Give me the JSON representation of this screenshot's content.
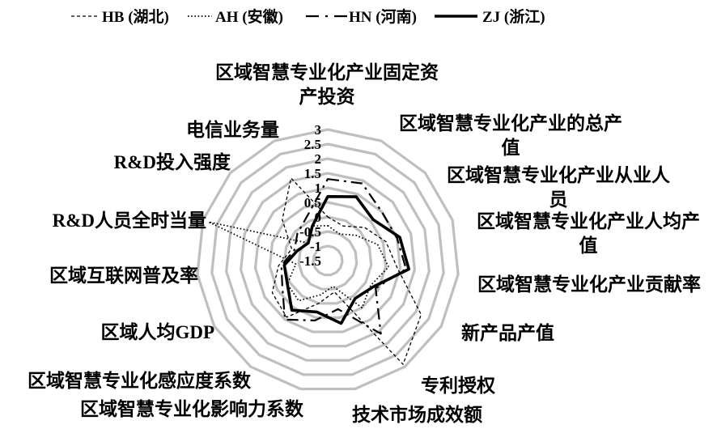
{
  "chart_data": {
    "type": "radar",
    "axes": [
      "区域智慧专业化产业固定资产投资",
      "区域智慧专业化产业的总产值",
      "区域智慧专业化产业从业人员",
      "区域智慧专业化产业人均产值",
      "区域智慧专业化产业贡献率",
      "新产品产值",
      "专利授权",
      "技术市场成效额",
      "区域智慧专业化影响力系数",
      "区域智慧专业化感应度系数",
      "区域人均GDP",
      "区域互联网普及率",
      "R&D人员全时当量",
      "R&D投入强度",
      "电信业务量"
    ],
    "radial_range": [
      -1.5,
      3
    ],
    "radial_ticks": [
      3,
      2.5,
      2,
      1.5,
      1,
      0.5,
      0,
      -0.5,
      -1,
      -1.5
    ],
    "grid": true,
    "grid_color": "#bfbfbf",
    "legend_position": "top",
    "series": [
      {
        "name": "HB (湖北)",
        "line_style": "dashed",
        "color": "#000000",
        "values": [
          0.0,
          -0.2,
          0.2,
          0.6,
          0.9,
          2.2,
          2.9,
          -0.4,
          0.0,
          0.9,
          0.7,
          0.2,
          -0.2,
          0.6,
          1.6
        ]
      },
      {
        "name": "AH (安徽)",
        "line_style": "dotted",
        "color": "#000000",
        "values": [
          -0.3,
          -0.5,
          -0.2,
          0.3,
          0.6,
          0.2,
          0.5,
          -0.6,
          -0.3,
          0.2,
          0.1,
          -0.4,
          2.8,
          -0.6,
          -0.2
        ]
      },
      {
        "name": "HN (河南)",
        "line_style": "dash-dot",
        "color": "#000000",
        "values": [
          1.3,
          1.4,
          1.0,
          1.0,
          1.2,
          0.4,
          1.6,
          0.2,
          0.6,
          1.0,
          0.3,
          0.1,
          -0.3,
          -0.1,
          0.2
        ]
      },
      {
        "name": "ZJ (浙江)",
        "line_style": "solid-thick",
        "color": "#000000",
        "values": [
          0.7,
          0.9,
          0.6,
          1.1,
          1.3,
          0.3,
          0.1,
          0.7,
          0.3,
          0.6,
          0.1,
          0.0,
          -0.4,
          -0.6,
          -0.2
        ]
      }
    ]
  }
}
